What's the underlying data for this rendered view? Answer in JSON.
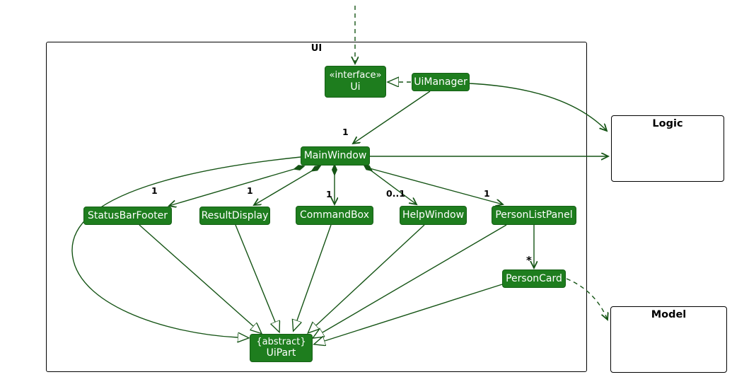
{
  "diagram": {
    "frame_label": "UI",
    "colors": {
      "node_fill": "#1e7d1e",
      "edge_line": "#155415",
      "node_text": "#ffffff",
      "label_text": "#000000",
      "background": "#ffffff"
    },
    "nodes": {
      "ui_interface": {
        "stereotype": "«interface»",
        "name": "Ui"
      },
      "ui_manager": {
        "name": "UiManager"
      },
      "main_window": {
        "name": "MainWindow"
      },
      "status_bar_footer": {
        "name": "StatusBarFooter"
      },
      "result_display": {
        "name": "ResultDisplay"
      },
      "command_box": {
        "name": "CommandBox"
      },
      "help_window": {
        "name": "HelpWindow"
      },
      "person_list_panel": {
        "name": "PersonListPanel"
      },
      "person_card": {
        "name": "PersonCard"
      },
      "ui_part": {
        "stereotype": "{abstract}",
        "name": "UiPart"
      },
      "logic": {
        "name": "Logic"
      },
      "model": {
        "name": "Model"
      }
    },
    "multiplicities": {
      "main_window": "1",
      "status_bar_footer": "1",
      "result_display": "1",
      "command_box": "1",
      "help_window": "0..1",
      "person_list_panel": "1",
      "person_card": "*"
    }
  }
}
